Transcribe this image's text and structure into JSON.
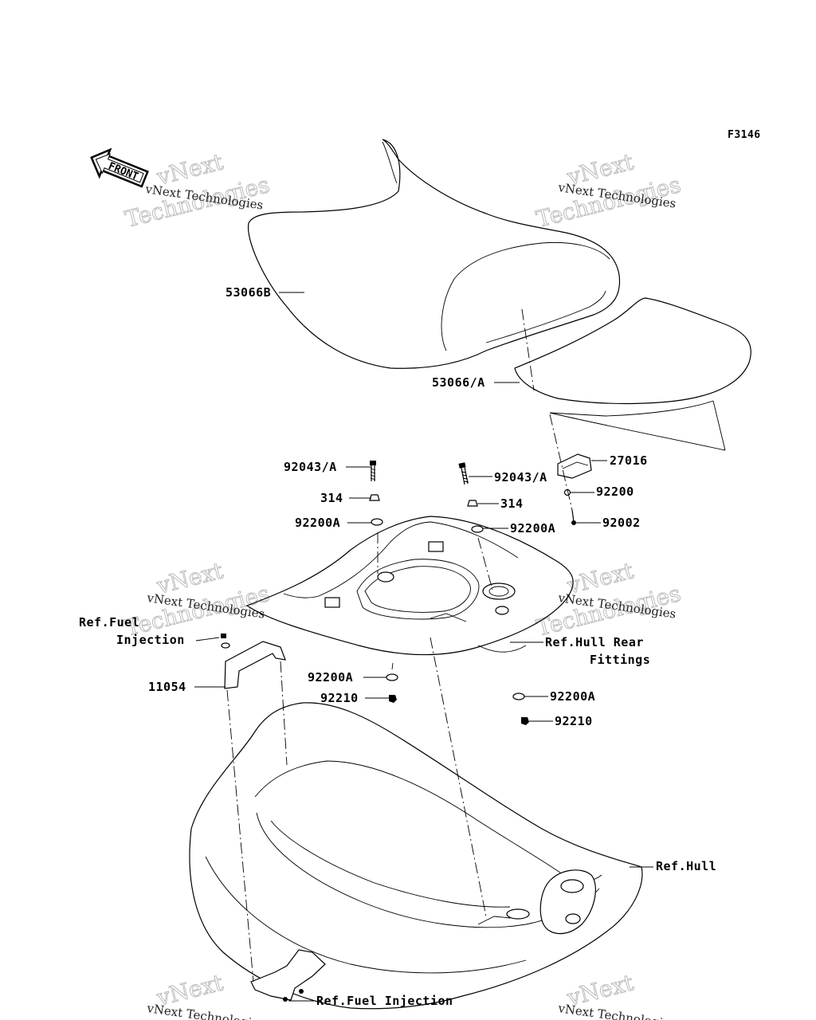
{
  "figure_code": "F3146",
  "front_arrow_label": "FRONT",
  "watermark": {
    "line1": "vNext Technologies",
    "line2": "vNext",
    "line3": "Technologies"
  },
  "parts": {
    "seat_front": "53066B",
    "seat_rear": "53066/A",
    "bolt_left": "92043/A",
    "bolt_right": "92043/A",
    "grommet_left": "314",
    "grommet_right": "314",
    "washer_left": "92200A",
    "washer_right": "92200A",
    "latch": "27016",
    "latch_washer": "92200",
    "latch_bolt": "92002",
    "bracket": "11054",
    "lower_washer_left": "92200A",
    "lower_nut_left": "92210",
    "lower_washer_right": "92200A",
    "lower_nut_right": "92210"
  },
  "refs": {
    "fuel_injection_line1": "Ref.Fuel",
    "fuel_injection_line2": "Injection",
    "hull_rear_line1": "Ref.Hull Rear",
    "hull_rear_line2": "Fittings",
    "hull": "Ref.Hull",
    "fuel_injection_bottom": "Ref.Fuel Injection"
  }
}
